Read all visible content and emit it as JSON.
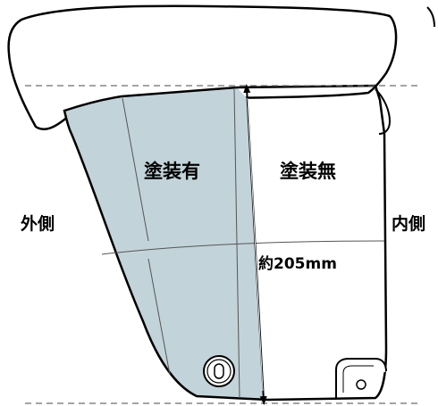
{
  "labels": {
    "painted": "塗装有",
    "unpainted": "塗装無",
    "outer_side": "外側",
    "inner_side": "内側",
    "dimension": "約205mm"
  },
  "colors": {
    "painted_fill": "#c3d3da",
    "outline": "#000000",
    "guide_line": "#6e6e6e"
  }
}
